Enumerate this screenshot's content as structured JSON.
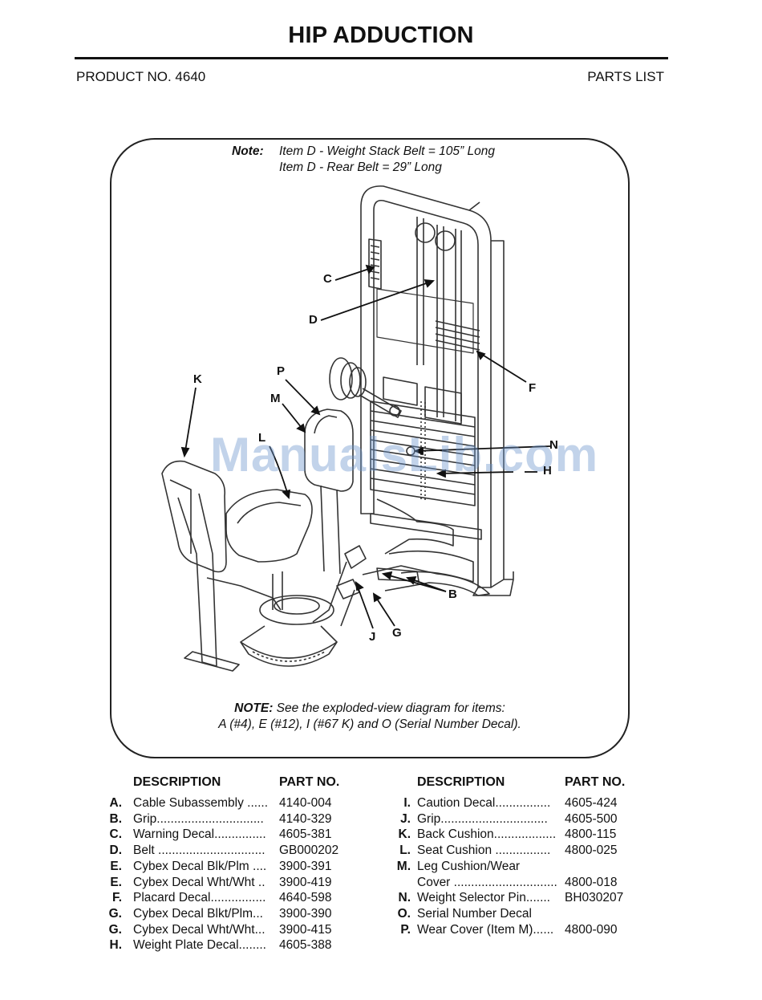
{
  "header": {
    "title": "HIP ADDUCTION",
    "product": "PRODUCT NO. 4640",
    "section": "PARTS LIST"
  },
  "figure": {
    "note_top_label": "Note:",
    "note_top_line1": "Item D - Weight Stack Belt = 105” Long",
    "note_top_line2": "Item D - Rear Belt = 29” Long",
    "callouts": [
      "C",
      "D",
      "F",
      "K",
      "P",
      "M",
      "L",
      "N",
      "H",
      "B",
      "J",
      "G"
    ],
    "note_bottom_label": "NOTE:",
    "note_bottom_line1": "See the exploded-view diagram for items:",
    "note_bottom_line2": "A (#4), E (#12), I (#67 K) and O (Serial Number Decal).",
    "watermark": "ManualsLib.com"
  },
  "parts_table": {
    "col_description": "DESCRIPTION",
    "col_partno": "PART NO.",
    "left": [
      {
        "letter": "A.",
        "desc": "Cable Subassembly ......",
        "pno": "4140-004"
      },
      {
        "letter": "B.",
        "desc": "Grip...............................",
        "pno": "4140-329"
      },
      {
        "letter": "C.",
        "desc": "Warning Decal...............",
        "pno": "4605-381"
      },
      {
        "letter": "D.",
        "desc": "Belt ...............................",
        "pno": "GB000202"
      },
      {
        "letter": "E.",
        "desc": "Cybex Decal Blk/Plm ....",
        "pno": "3900-391"
      },
      {
        "letter": "E.",
        "desc": "Cybex Decal Wht/Wht ..",
        "pno": "3900-419"
      },
      {
        "letter": "F.",
        "desc": "Placard Decal................",
        "pno": "4640-598"
      },
      {
        "letter": "G.",
        "desc": "Cybex Decal Blkt/Plm...",
        "pno": "3900-390"
      },
      {
        "letter": "G.",
        "desc": "Cybex Decal Wht/Wht...",
        "pno": "3900-415"
      },
      {
        "letter": "H.",
        "desc": "Weight Plate Decal........",
        "pno": "4605-388"
      }
    ],
    "right": [
      {
        "letter": "I.",
        "desc": "Caution Decal................",
        "pno": "4605-424"
      },
      {
        "letter": "J.",
        "desc": "Grip...............................",
        "pno": "4605-500"
      },
      {
        "letter": "K.",
        "desc": "Back Cushion..................",
        "pno": "4800-115"
      },
      {
        "letter": "L.",
        "desc": "Seat Cushion ................",
        "pno": "4800-025"
      },
      {
        "letter": "M.",
        "desc": "Leg Cushion/Wear",
        "pno": ""
      },
      {
        "letter": "",
        "desc": "Cover ..............................",
        "pno": "4800-018"
      },
      {
        "letter": "N.",
        "desc": "Weight Selector Pin.......",
        "pno": "BH030207"
      },
      {
        "letter": "O.",
        "desc": "Serial Number Decal",
        "pno": ""
      },
      {
        "letter": "P.",
        "desc": "Wear Cover (Item M)......",
        "pno": "4800-090"
      }
    ]
  }
}
